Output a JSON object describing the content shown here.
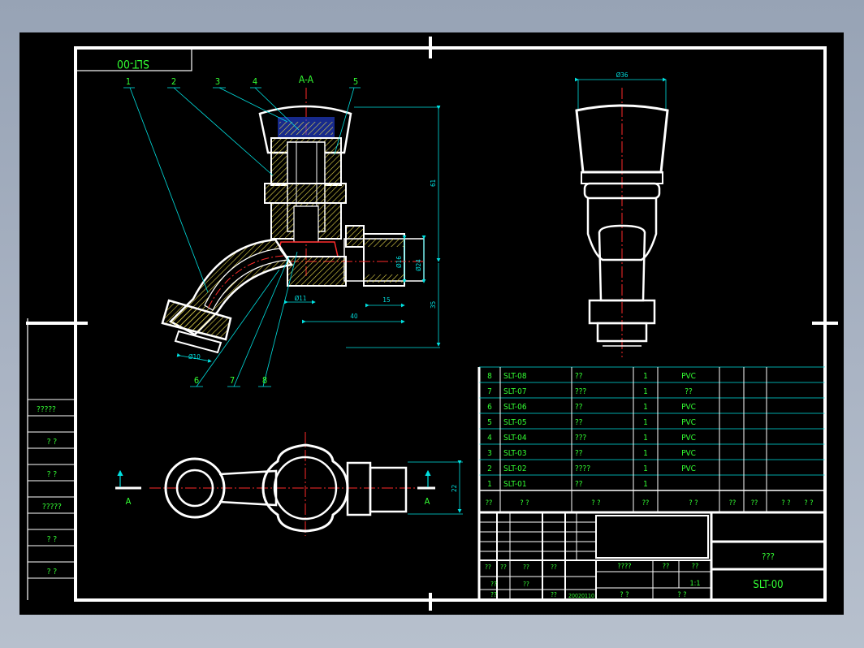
{
  "drawing": {
    "code_mirrored": "SLT-00",
    "section_title": "A-A",
    "section_mark_left": "A",
    "section_mark_right": "A",
    "balloons": [
      "1",
      "2",
      "3",
      "4",
      "5",
      "6",
      "7",
      "8"
    ],
    "dims": {
      "d36": "Ø36",
      "d61": "61",
      "d35": "35",
      "d16": "Ø16",
      "d24": "Ø24",
      "d11": "Ø11",
      "d15": "15",
      "d40": "40",
      "d10": "Ø10",
      "d22": "22"
    }
  },
  "left_strip": [
    "?????",
    "? ?",
    "? ?",
    "?????",
    "? ?",
    "? ?"
  ],
  "bom": {
    "rows": [
      {
        "no": "8",
        "code": "SLT-08",
        "name": "??",
        "qty": "1",
        "mat": "PVC"
      },
      {
        "no": "7",
        "code": "SLT-07",
        "name": "???",
        "qty": "1",
        "mat": "??"
      },
      {
        "no": "6",
        "code": "SLT-06",
        "name": "??",
        "qty": "1",
        "mat": "PVC"
      },
      {
        "no": "5",
        "code": "SLT-05",
        "name": "??",
        "qty": "1",
        "mat": "PVC"
      },
      {
        "no": "4",
        "code": "SLT-04",
        "name": "???",
        "qty": "1",
        "mat": "PVC"
      },
      {
        "no": "3",
        "code": "SLT-03",
        "name": "??",
        "qty": "1",
        "mat": "PVC"
      },
      {
        "no": "2",
        "code": "SLT-02",
        "name": "????",
        "qty": "1",
        "mat": "PVC"
      },
      {
        "no": "1",
        "code": "SLT-01",
        "name": "??",
        "qty": "1",
        "mat": ""
      }
    ],
    "header": {
      "no": "??",
      "code": "? ?",
      "name": "? ?",
      "qty": "??",
      "mat": "? ?",
      "c1": "??",
      "c2": "??",
      "c3": "? ?",
      "c4": "? ?"
    }
  },
  "title_block": {
    "name": "???",
    "number": "SLT-00",
    "scale": "1:1",
    "labels": {
      "weight": "????",
      "q1": "??",
      "q2": "??",
      "a": "? ?",
      "b": "? ?",
      "design": "??",
      "std": "??",
      "check": "??",
      "process": "??",
      "approve": "??",
      "date": "20020110",
      "row1a": "??",
      "row1b": "??",
      "row1c": "??",
      "row1d": "??"
    }
  },
  "colors": {
    "frame": "#ffffff",
    "annotation": "#33ff33",
    "dimension": "#00e0e0",
    "centerline": "#ff2a2a",
    "hatch": "#e6d84a",
    "part_blue": "#2a4cff"
  }
}
